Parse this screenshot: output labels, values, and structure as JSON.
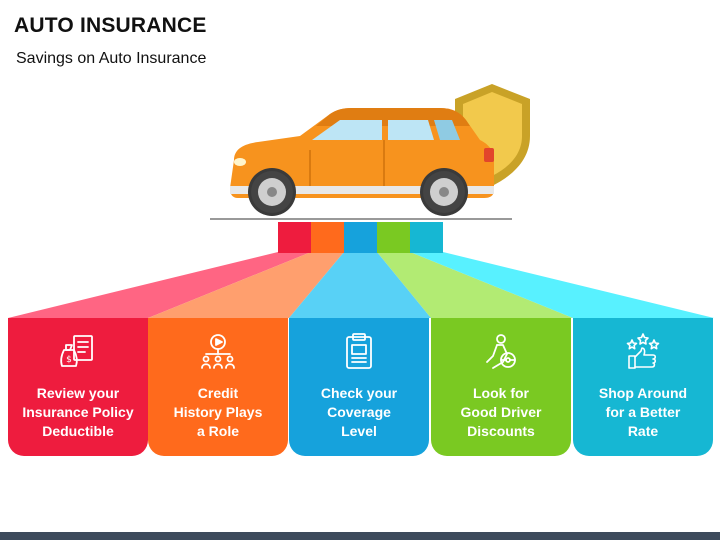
{
  "header": {
    "title": "AUTO INSURANCE",
    "subtitle": "Savings on Auto Insurance"
  },
  "colors": {
    "red": "#ee1c3e",
    "orange": "#ff6a1c",
    "blue": "#16a2dc",
    "green": "#7ac922",
    "teal": "#16b7d3",
    "car_body": "#f7931e",
    "shield": "#f2c94c",
    "footer": "#3d4a5c"
  },
  "steps": [
    {
      "label_lines": [
        "Review your",
        "Insurance Policy",
        "Deductible"
      ],
      "icon": "insurance-document-icon",
      "color": "#ee1c3e"
    },
    {
      "label_lines": [
        "Credit",
        "History Plays",
        "a Role"
      ],
      "icon": "credit-history-people-icon",
      "color": "#ff6a1c"
    },
    {
      "label_lines": [
        "Check your",
        "Coverage",
        "Level"
      ],
      "icon": "coverage-document-icon",
      "color": "#16a2dc"
    },
    {
      "label_lines": [
        "Look for",
        "Good Driver",
        "Discounts"
      ],
      "icon": "driver-steering-wheel-icon",
      "color": "#7ac922"
    },
    {
      "label_lines": [
        "Shop Around",
        "for a Better",
        "Rate"
      ],
      "icon": "thumbs-up-stars-icon",
      "color": "#16b7d3"
    }
  ],
  "illustration": {
    "car": "car-icon",
    "shield": "shield-icon"
  }
}
